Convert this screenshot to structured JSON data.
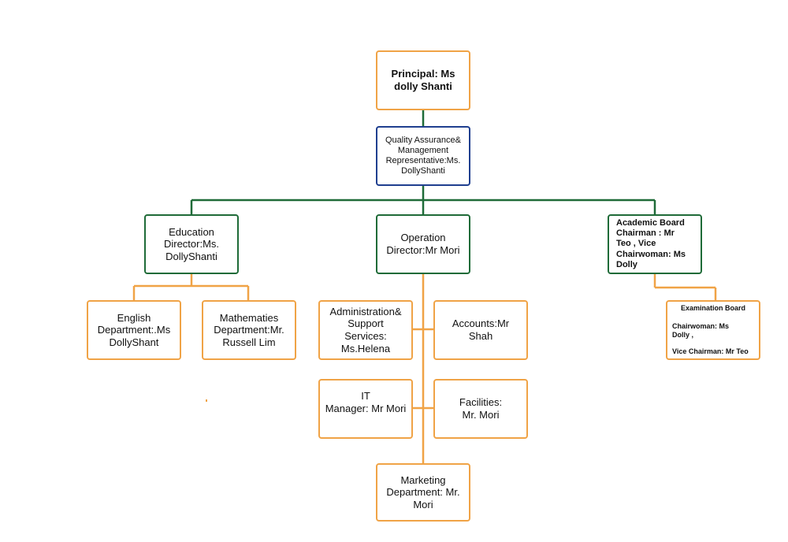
{
  "colors": {
    "orange": "#f0a346",
    "green": "#1f6b38",
    "blue": "#1f3f8f"
  },
  "nodes": {
    "principal": "Principal: Ms\ndolly Shanti",
    "quality": "Quality Assurance&\nManagement\nRepresentative:Ms.\nDollyShanti",
    "education": "Education\nDirector:Ms.\nDollyShanti",
    "operation": "Operation\nDirector:Mr Mori",
    "academic": "Academic Board\nChairman : Mr\nTeo ,  Vice\nChairwoman: Ms\nDolly",
    "english": "English\nDepartment:.Ms\nDollyShant",
    "math": "Mathematies\nDepartment:Mr.\nRussell Lim",
    "admin": "Administration&\nSupport\nServices:\nMs.Helena",
    "accounts": "Accounts:Mr\nShah",
    "it": "IT\nManager: Mr Mori",
    "facilities": "Facilities:\nMr. Mori",
    "marketing": "Marketing\nDepartment: Mr.\nMori",
    "exam_title": "Examination Board",
    "exam_body": "Chairwoman: Ms\nDolly ,\n\nVice Chairman: Mr Teo"
  }
}
